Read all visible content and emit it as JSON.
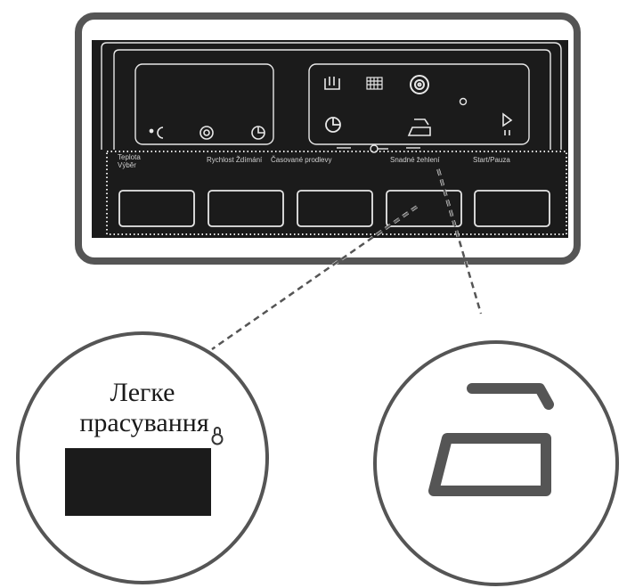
{
  "panel": {
    "labels": {
      "temp_line1": "Teplota",
      "temp_line2": "Výběr",
      "speed": "Rychlost Ždímání",
      "delay": "Časované prodlevy",
      "iron": "Snadné žehlení",
      "start": "Start/Pauza"
    },
    "display_left_icons": [
      "temperature-icon",
      "spin-icon",
      "timer-icon"
    ],
    "display_right_icons": [
      "wash-icon",
      "rinse-icon",
      "spin-icon",
      "timer-icon",
      "easy-iron-icon",
      "lock-icon",
      "start-pause-icon"
    ]
  },
  "callout_left": {
    "text_line1": "Легке",
    "text_line2": "прасування"
  },
  "callout_right": {
    "icon": "easy-iron-icon"
  },
  "colors": {
    "panel_background": "#1b1b1b",
    "frame": "#555555",
    "line": "#e8e8e8",
    "ink": "#1a1a1a"
  }
}
